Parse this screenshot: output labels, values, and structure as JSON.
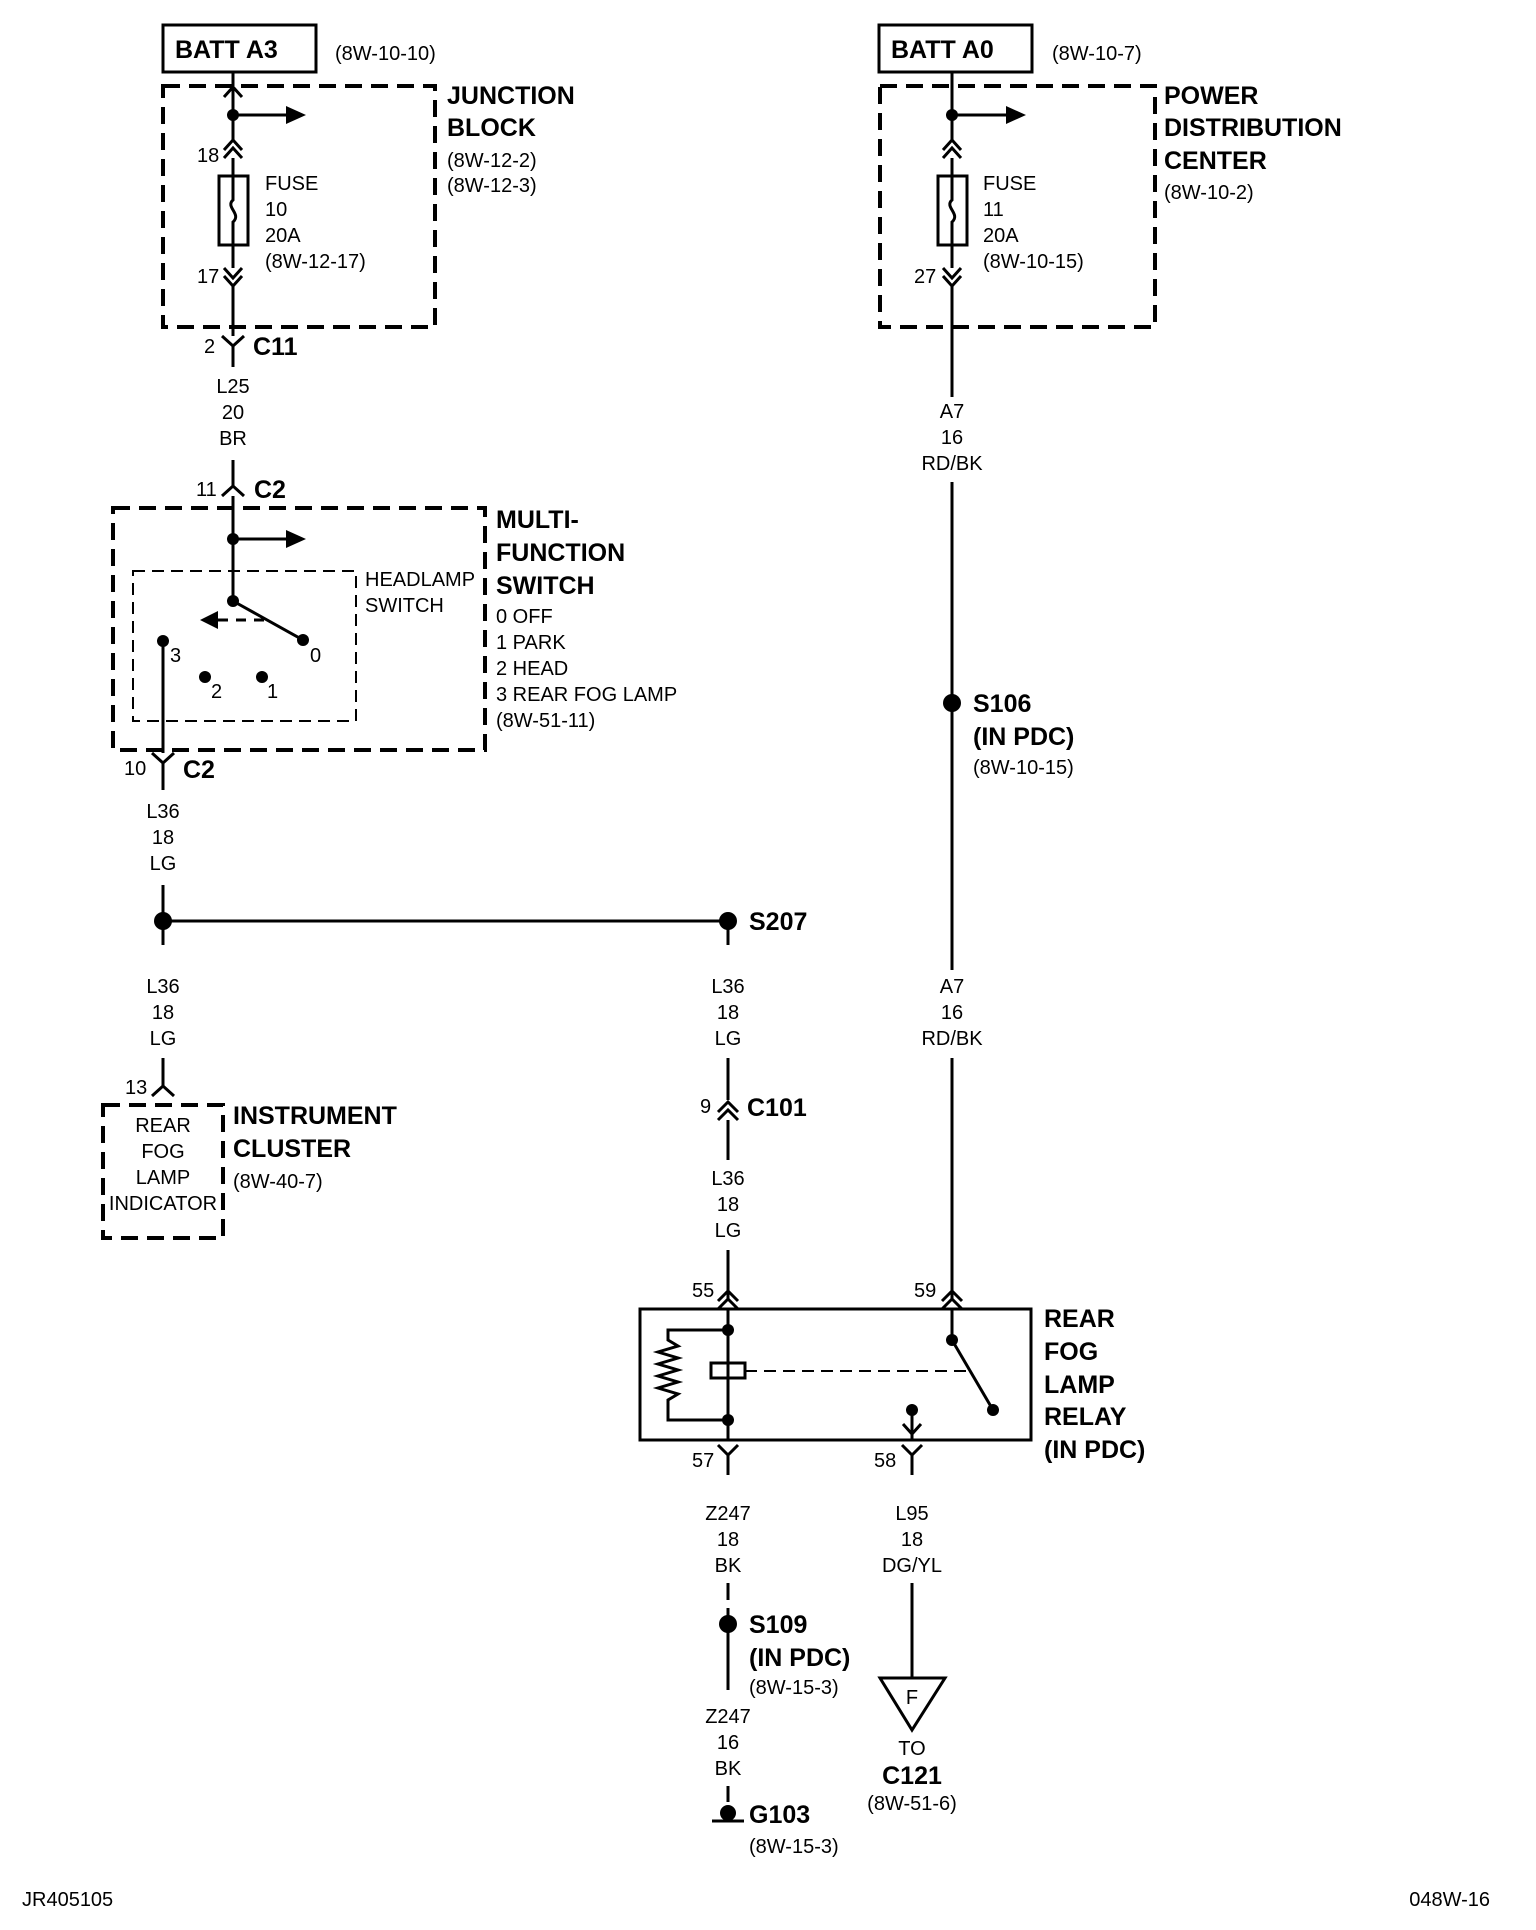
{
  "batt_a3": {
    "label": "BATT A3",
    "ref": "(8W-10-10)"
  },
  "batt_a0": {
    "label": "BATT A0",
    "ref": "(8W-10-7)"
  },
  "junction_block": {
    "title_lines": [
      "JUNCTION",
      "BLOCK"
    ],
    "refs": [
      "(8W-12-2)",
      "(8W-12-3)"
    ],
    "pin_in": "18",
    "pin_out": "17",
    "fuse_lines": [
      "FUSE",
      "10",
      "20A",
      "(8W-12-17)"
    ]
  },
  "pdc": {
    "title_lines": [
      "POWER",
      "DISTRIBUTION",
      "CENTER"
    ],
    "ref": "(8W-10-2)",
    "pin_out": "27",
    "fuse_lines": [
      "FUSE",
      "11",
      "20A",
      "(8W-10-15)"
    ]
  },
  "connectors": {
    "c11": {
      "name": "C11",
      "pin": "2"
    },
    "c2_in": {
      "name": "C2",
      "pin": "11"
    },
    "c2_out": {
      "name": "C2",
      "pin": "10"
    },
    "c101": {
      "name": "C101",
      "pin": "9"
    },
    "ic": {
      "pin": "13"
    }
  },
  "wires": {
    "l25": [
      "L25",
      "20",
      "BR"
    ],
    "l36_a": [
      "L36",
      "18",
      "LG"
    ],
    "l36_b": [
      "L36",
      "18",
      "LG"
    ],
    "l36_c": [
      "L36",
      "18",
      "LG"
    ],
    "l36_d": [
      "L36",
      "18",
      "LG"
    ],
    "a7_a": [
      "A7",
      "16",
      "RD/BK"
    ],
    "a7_b": [
      "A7",
      "16",
      "RD/BK"
    ],
    "z247_a": [
      "Z247",
      "18",
      "BK"
    ],
    "z247_b": [
      "Z247",
      "16",
      "BK"
    ],
    "l95": [
      "L95",
      "18",
      "DG/YL"
    ]
  },
  "multifunction_switch": {
    "title_lines": [
      "MULTI-",
      "FUNCTION",
      "SWITCH"
    ],
    "positions": [
      "0 OFF",
      "1 PARK",
      "2 HEAD",
      "3 REAR FOG LAMP"
    ],
    "ref": "(8W-51-11)",
    "headlamp_lines": [
      "HEADLAMP",
      "SWITCH"
    ],
    "pos_labels": [
      "0",
      "1",
      "2",
      "3"
    ]
  },
  "splices": {
    "s106": {
      "name": "S106",
      "sub": "(IN PDC)",
      "ref": "(8W-10-15)"
    },
    "s207": {
      "name": "S207"
    },
    "s109": {
      "name": "S109",
      "sub": "(IN PDC)",
      "ref": "(8W-15-3)"
    }
  },
  "instrument_cluster": {
    "title_lines": [
      "INSTRUMENT",
      "CLUSTER"
    ],
    "ref": "(8W-40-7)",
    "inner_lines": [
      "REAR",
      "FOG",
      "LAMP",
      "INDICATOR"
    ]
  },
  "relay": {
    "title_lines": [
      "REAR",
      "FOG",
      "LAMP",
      "RELAY",
      "(IN PDC)"
    ],
    "pins": [
      "55",
      "59",
      "57",
      "58"
    ]
  },
  "ground": {
    "name": "G103",
    "ref": "(8W-15-3)"
  },
  "offpage": {
    "letter": "F",
    "to": "TO",
    "connector": "C121",
    "ref": "(8W-51-6)"
  },
  "footer": {
    "left": "JR405105",
    "right": "048W-16"
  }
}
